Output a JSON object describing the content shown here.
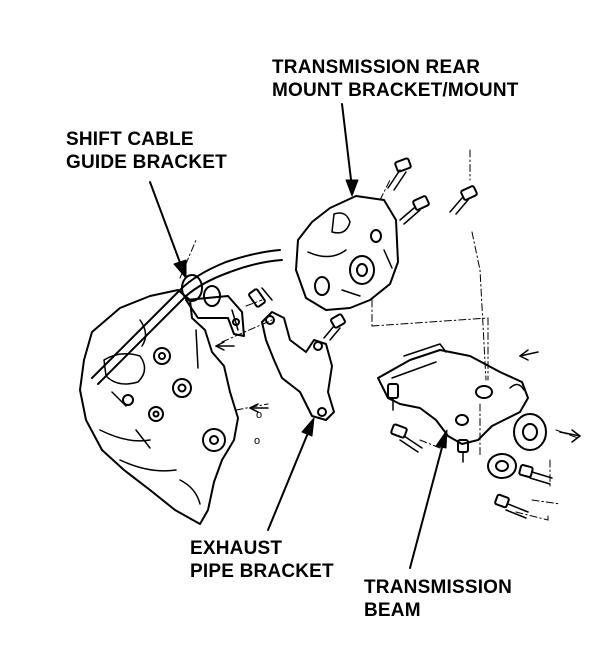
{
  "labels": {
    "rear_mount": {
      "line1": "TRANSMISSION REAR",
      "line2": "MOUNT BRACKET/MOUNT"
    },
    "shift_cable": {
      "line1": "SHIFT CABLE",
      "line2": "GUIDE BRACKET"
    },
    "exhaust": {
      "line1": "EXHAUST",
      "line2": "PIPE BRACKET"
    },
    "beam": {
      "line1": "TRANSMISSION",
      "line2": "BEAM"
    }
  },
  "colors": {
    "ink": "#000000",
    "paper": "#ffffff"
  }
}
